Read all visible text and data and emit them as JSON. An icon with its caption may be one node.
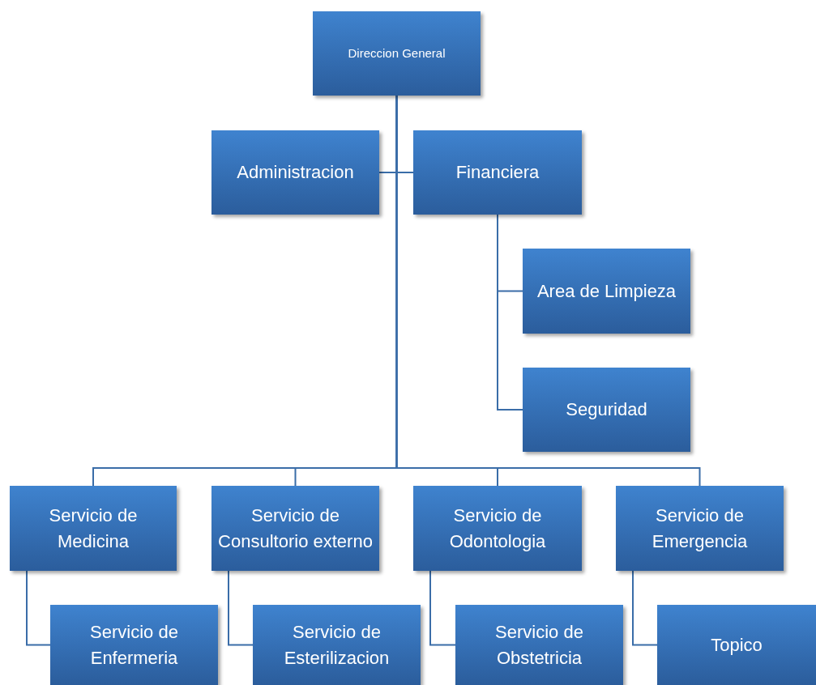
{
  "diagram": {
    "nodes": [
      {
        "text": [
          "Direccion General"
        ]
      },
      {
        "text": [
          "Administracion"
        ]
      },
      {
        "text": [
          "Financiera"
        ]
      },
      {
        "text": [
          "Area de Limpieza"
        ]
      },
      {
        "text": [
          "Seguridad"
        ]
      },
      {
        "text": [
          "Servicio de Medicina"
        ]
      },
      {
        "text": [
          "Servicio de Consultorio externo"
        ]
      },
      {
        "text": [
          "Servicio de Odontologia"
        ]
      },
      {
        "text": [
          "Servicio de Emergencia"
        ]
      },
      {
        "text": [
          "Servicio de Enfermeria"
        ]
      },
      {
        "text": [
          "Servicio de Esterilizacion"
        ]
      },
      {
        "text": [
          "Servicio de Obstetricia"
        ]
      },
      {
        "text": [
          "Topico"
        ]
      }
    ],
    "edges": [
      {
        "from": 0,
        "to": 1,
        "arrow": "none"
      },
      {
        "from": 0,
        "to": 2,
        "arrow": "none"
      },
      {
        "from": 2,
        "to": 3,
        "arrow": "none"
      },
      {
        "from": 2,
        "to": 4,
        "arrow": "none"
      },
      {
        "from": 0,
        "to": 5,
        "arrow": "none"
      },
      {
        "from": 0,
        "to": 6,
        "arrow": "none"
      },
      {
        "from": 0,
        "to": 7,
        "arrow": "none"
      },
      {
        "from": 0,
        "to": 8,
        "arrow": "none"
      },
      {
        "from": 5,
        "to": 9,
        "arrow": "none"
      },
      {
        "from": 6,
        "to": 10,
        "arrow": "none"
      },
      {
        "from": 7,
        "to": 11,
        "arrow": "none"
      },
      {
        "from": 8,
        "to": 12,
        "arrow": "none"
      }
    ]
  }
}
